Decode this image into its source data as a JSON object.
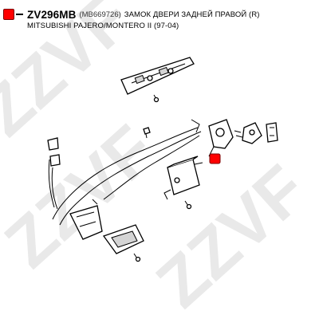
{
  "header": {
    "part_code": "ZV296MB",
    "oem_number": "(MB669726)",
    "description": "ЗАМОК ДВЕРИ ЗАДНЕЙ ПРАВОЙ (R)",
    "application": "MITSUBISHI PAJERO/MONTERO II (97-04)"
  },
  "watermark": {
    "text": "ZZVF"
  },
  "colors": {
    "marker": "#ff0000",
    "marker_border": "#7a0000",
    "watermark": "#e9e9e9"
  }
}
